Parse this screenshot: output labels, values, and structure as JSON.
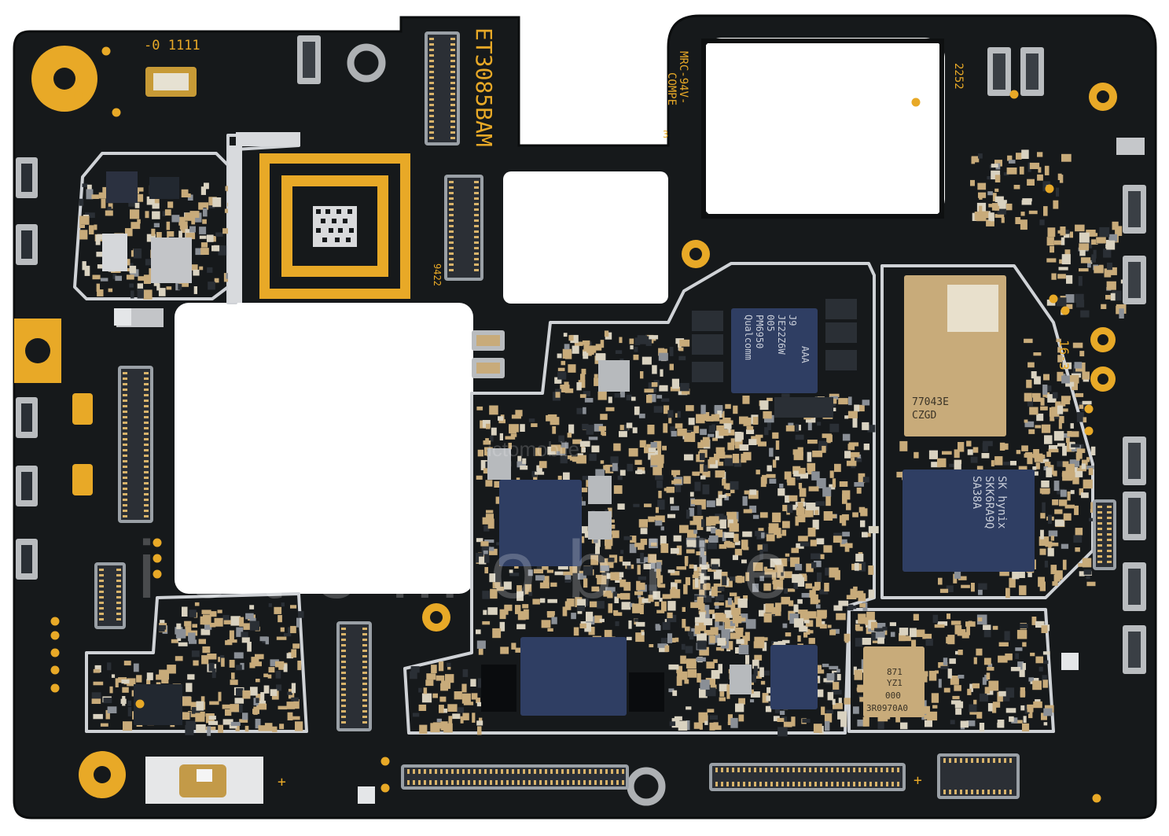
{
  "scene": {
    "subject": "phone-mainboard",
    "colors": {
      "background": "#ffffff",
      "pcb": "#16191b",
      "pcb_edge": "#0b0d0e",
      "gold": "#e8a927",
      "gold_dark": "#b97d17",
      "silver": "#b9bcbf",
      "silver_light": "#e4e6e8",
      "chip_dark": "#1d2127",
      "chip_blue": "#2f3e63",
      "component_tan": "#c8ab7a",
      "shield_line": "#cfd2d6"
    }
  },
  "silkscreen": {
    "board_code": "ET3085BAM",
    "label_top_left": "-0 1111",
    "cert_1": "MRC-94V-",
    "cert_2": "COMPE",
    "cert_3": "3",
    "label_top_right": "2252",
    "label_right": "16-3",
    "label_flex": "9422",
    "pmic_lines": [
      "Qualcomm",
      "PM6950",
      "005",
      "JE22Z6W",
      "J9",
      "AAA"
    ],
    "rf_lines": [
      "77043E",
      "CZGD"
    ],
    "memory_lines": [
      "SK hynix",
      "SKK6RA9Q",
      "SA38A"
    ],
    "small_chip_lines": [
      "YZ1",
      "000",
      "3R0970A0"
    ],
    "small_chip_top": "871",
    "plus_marks": [
      "+",
      "+"
    ]
  },
  "watermark": {
    "text": "ictomobile",
    "sub": "ictomobile"
  }
}
